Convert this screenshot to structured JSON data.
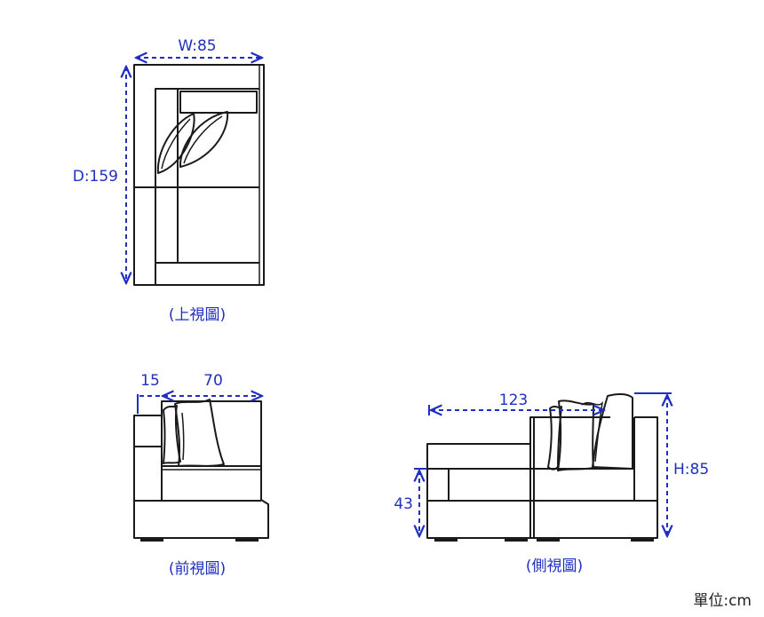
{
  "top_view": {
    "width_label": "W:85",
    "depth_label": "D:159",
    "caption": "(上視圖)"
  },
  "front_view": {
    "arm_label": "15",
    "seat_label": "70",
    "caption": "(前視圖)"
  },
  "side_view": {
    "length_label": "123",
    "seat_height_label": "43",
    "height_label": "H:85",
    "caption": "(側視圖)"
  },
  "unit_note": "單位:cm",
  "colors": {
    "dimension": "#1f2fbf",
    "line": "#1a1a1a"
  }
}
